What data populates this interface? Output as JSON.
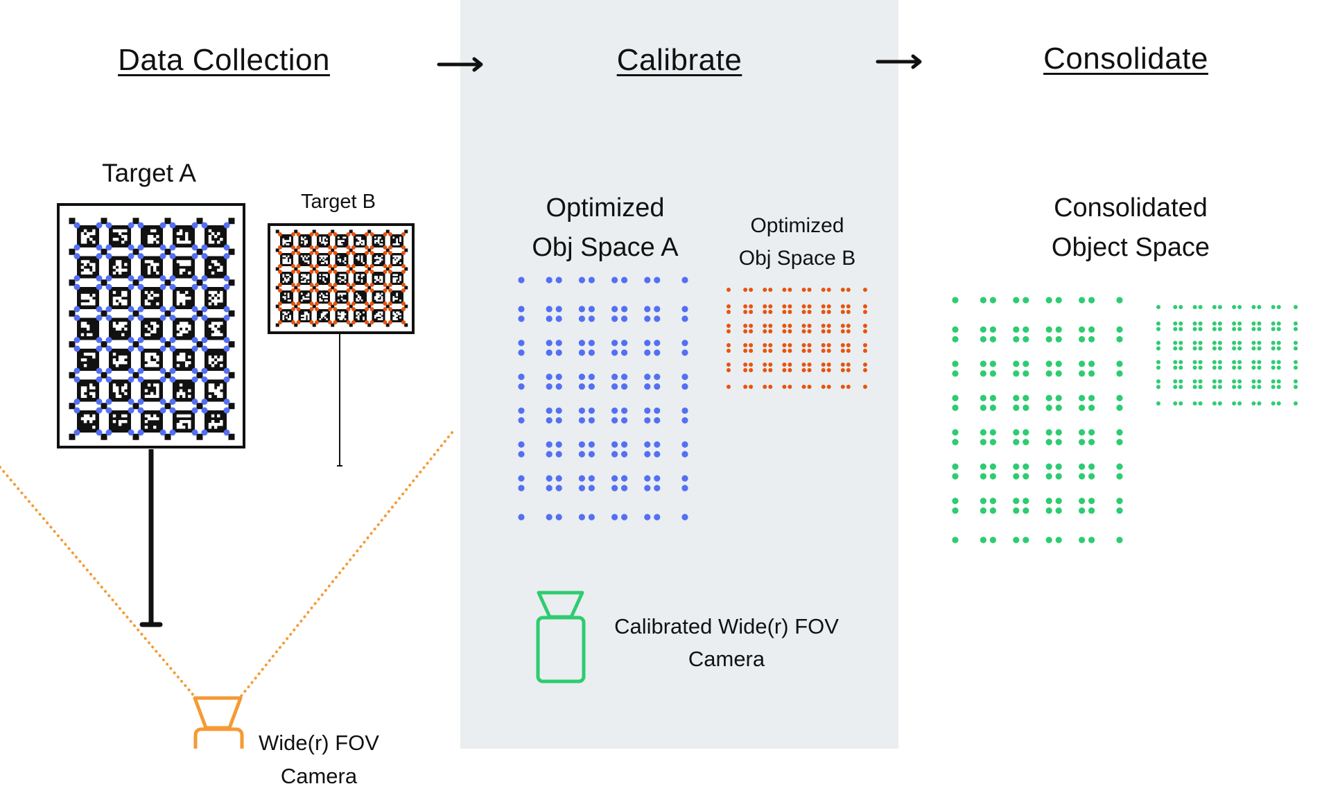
{
  "stages": [
    {
      "title": "Data Collection"
    },
    {
      "title": "Calibrate"
    },
    {
      "title": "Consolidate"
    }
  ],
  "arrows": [
    "data-collection-to-calibrate",
    "calibrate-to-consolidate"
  ],
  "data_collection": {
    "target_a": {
      "label": "Target A",
      "marker_columns": 5,
      "marker_rows": 7
    },
    "target_b": {
      "label": "Target B",
      "marker_columns": 7,
      "marker_rows": 5
    },
    "camera": {
      "label_line1": "Wide(r) FOV",
      "label_line2": "Camera",
      "icon": "camera-icon"
    }
  },
  "calibrate": {
    "obj_space_a": {
      "label_line1": "Optimized",
      "label_line2": "Obj Space A",
      "corner_columns": 6,
      "corner_rows": 8
    },
    "obj_space_b": {
      "label_line1": "Optimized",
      "label_line2": "Obj Space B",
      "corner_columns": 8,
      "corner_rows": 6
    },
    "camera": {
      "label_line1": "Calibrated Wide(r) FOV",
      "label_line2": "Camera",
      "icon": "camera-icon"
    }
  },
  "consolidate": {
    "object_space": {
      "label_line1": "Consolidated",
      "label_line2": "Object Space"
    }
  },
  "colors": {
    "target_a_points": "#5470f2",
    "target_b_points": "#e8530e",
    "consolidated_points": "#2ecc71",
    "uncalibrated_camera": "#f59a33",
    "calibrated_camera": "#2ecc71",
    "middle_panel_bg": "#eaeef0",
    "ink": "#111111"
  }
}
